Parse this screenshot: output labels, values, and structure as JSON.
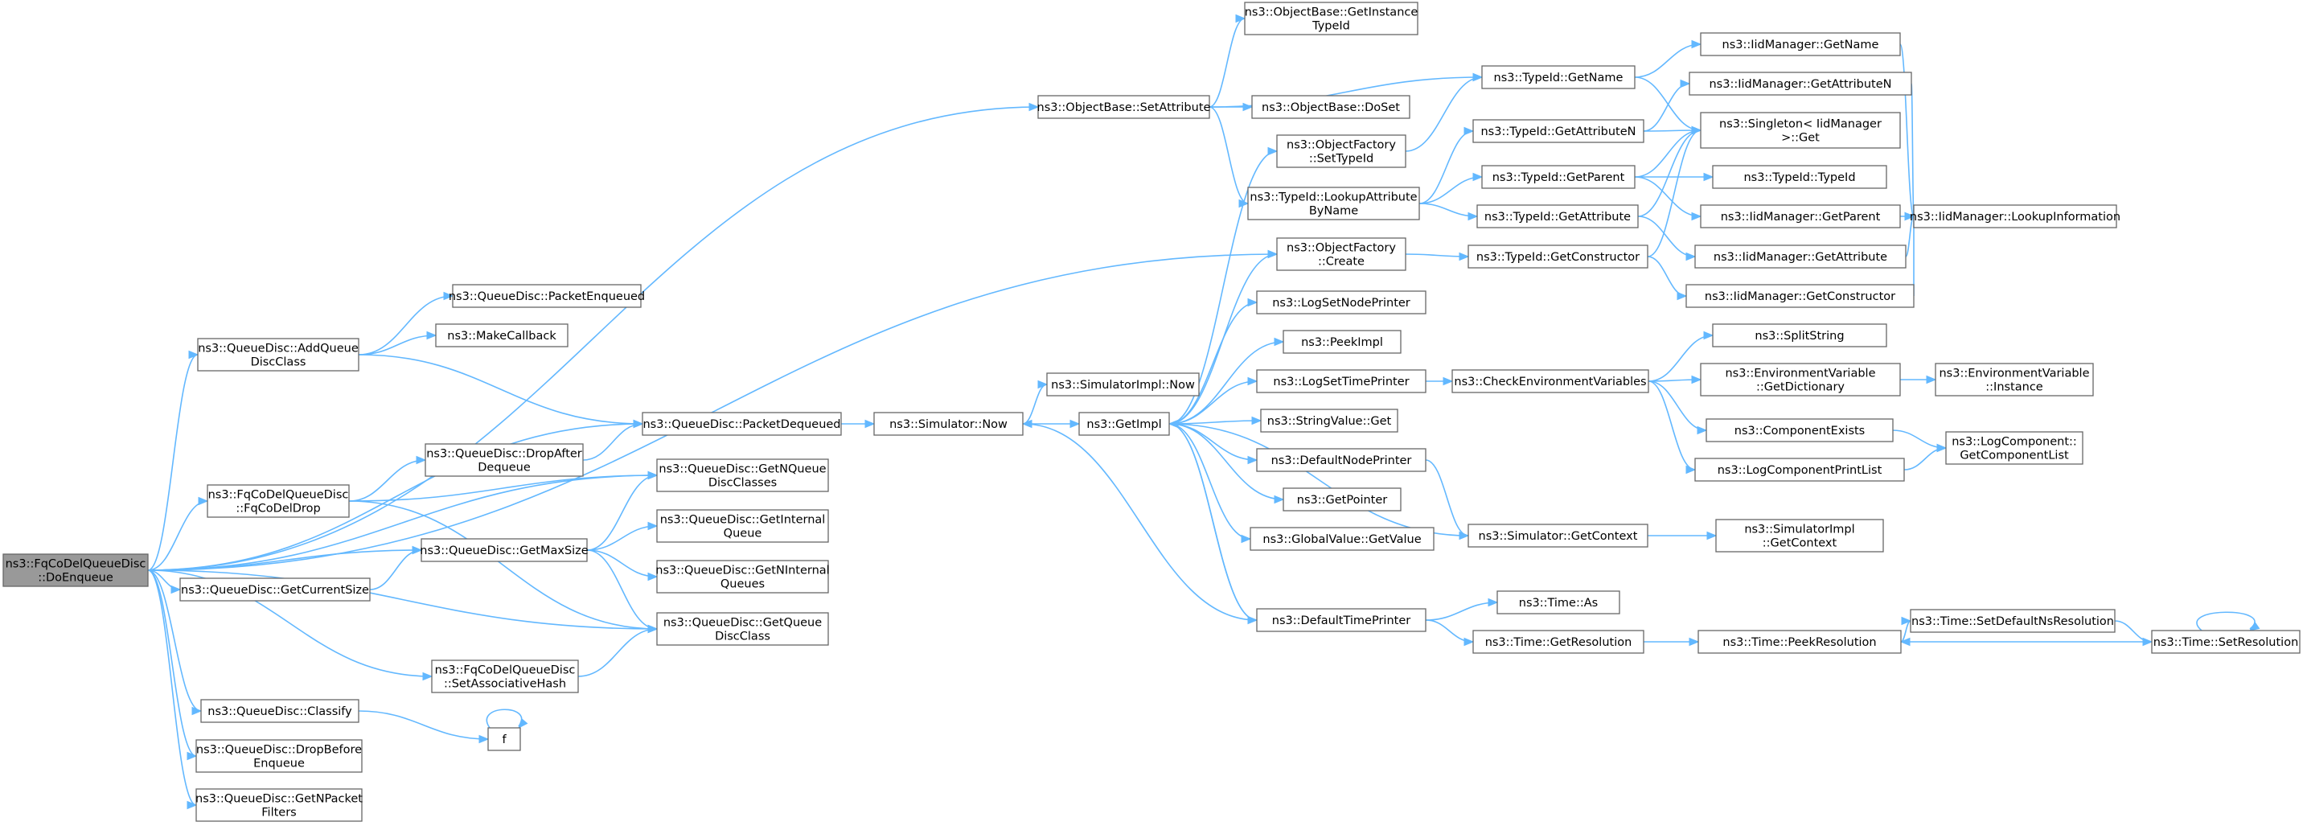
{
  "title": "",
  "edge_color": "#63b8ff",
  "root_fill": "#999999",
  "nodes": {
    "root": [
      "ns3::FqCoDelQueueDisc",
      "::DoEnqueue"
    ],
    "setattr": [
      "ns3::ObjectBase::SetAttribute"
    ],
    "gitid": [
      "ns3::ObjectBase::GetInstance",
      "TypeId"
    ],
    "doset": [
      "ns3::ObjectBase::DoSet"
    ],
    "ofsettid": [
      "ns3::ObjectFactory",
      "::SetTypeId"
    ],
    "lookupattr": [
      "ns3::TypeId::LookupAttribute",
      "ByName"
    ],
    "ofcreate": [
      "ns3::ObjectFactory",
      "::Create"
    ],
    "tgetname": [
      "ns3::TypeId::GetName"
    ],
    "tgetattrn": [
      "ns3::TypeId::GetAttributeN"
    ],
    "tgetparent": [
      "ns3::TypeId::GetParent"
    ],
    "tgetattr": [
      "ns3::TypeId::GetAttribute"
    ],
    "tgetctor": [
      "ns3::TypeId::GetConstructor"
    ],
    "iidgetname": [
      "ns3::IidManager::GetName"
    ],
    "iidgetattrn": [
      "ns3::IidManager::GetAttributeN"
    ],
    "singleton": [
      "ns3::Singleton< IidManager",
      " >::Get"
    ],
    "typeid": [
      "ns3::TypeId::TypeId"
    ],
    "iidgetparent": [
      "ns3::IidManager::GetParent"
    ],
    "iidgetattr": [
      "ns3::IidManager::GetAttribute"
    ],
    "iidgetctor": [
      "ns3::IidManager::GetConstructor"
    ],
    "lookupinfo": [
      "ns3::IidManager::LookupInformation"
    ],
    "pktenq": [
      "ns3::QueueDisc::PacketEnqueued"
    ],
    "addq": [
      "ns3::QueueDisc::AddQueue",
      "DiscClass"
    ],
    "makecb": [
      "ns3::MakeCallback"
    ],
    "pktdeq": [
      "ns3::QueueDisc::PacketDequeued"
    ],
    "simnow": [
      "ns3::Simulator::Now"
    ],
    "simimplnow": [
      "ns3::SimulatorImpl::Now"
    ],
    "getimpl": [
      "ns3::GetImpl"
    ],
    "logsetnode": [
      "ns3::LogSetNodePrinter"
    ],
    "peekimpl": [
      "ns3::PeekImpl"
    ],
    "logsettime": [
      "ns3::LogSetTimePrinter"
    ],
    "strget": [
      "ns3::StringValue::Get"
    ],
    "defnode": [
      "ns3::DefaultNodePrinter"
    ],
    "getptr": [
      "ns3::GetPointer"
    ],
    "gvget": [
      "ns3::GlobalValue::GetValue"
    ],
    "deftime": [
      "ns3::DefaultTimePrinter"
    ],
    "checkenv": [
      "ns3::CheckEnvironmentVariables"
    ],
    "splitstr": [
      "ns3::SplitString"
    ],
    "envdict": [
      "ns3::EnvironmentVariable",
      "::GetDictionary"
    ],
    "envinst": [
      "ns3::EnvironmentVariable",
      "::Instance"
    ],
    "compexists": [
      "ns3::ComponentExists"
    ],
    "logcomplist": [
      "ns3::LogComponent::",
      "GetComponentList"
    ],
    "logcompprint": [
      "ns3::LogComponentPrintList"
    ],
    "simctx": [
      "ns3::Simulator::GetContext"
    ],
    "simimplctx": [
      "ns3::SimulatorImpl",
      "::GetContext"
    ],
    "timeas": [
      "ns3::Time::As"
    ],
    "timeres": [
      "ns3::Time::GetResolution"
    ],
    "peekres": [
      "ns3::Time::PeekResolution"
    ],
    "setdefns": [
      "ns3::Time::SetDefaultNsResolution"
    ],
    "setres": [
      "ns3::Time::SetResolution"
    ],
    "fqdrop": [
      "ns3::FqCoDelQueueDisc",
      "::FqCoDelDrop"
    ],
    "dropafter": [
      "ns3::QueueDisc::DropAfter",
      "Dequeue"
    ],
    "getnqdc": [
      "ns3::QueueDisc::GetNQueue",
      "DiscClasses"
    ],
    "getmax": [
      "ns3::QueueDisc::GetMaxSize"
    ],
    "getintq": [
      "ns3::QueueDisc::GetInternal",
      "Queue"
    ],
    "getnintq": [
      "ns3::QueueDisc::GetNInternal",
      "Queues"
    ],
    "getcur": [
      "ns3::QueueDisc::GetCurrentSize"
    ],
    "getqdc": [
      "ns3::QueueDisc::GetQueue",
      "DiscClass"
    ],
    "setassoc": [
      "ns3::FqCoDelQueueDisc",
      "::SetAssociativeHash"
    ],
    "classify": [
      "ns3::QueueDisc::Classify"
    ],
    "f": [
      "f"
    ],
    "dropbefore": [
      "ns3::QueueDisc::DropBefore",
      "Enqueue"
    ],
    "getnpf": [
      "ns3::QueueDisc::GetNPacket",
      "Filters"
    ]
  },
  "edges": [
    [
      "root",
      "setattr"
    ],
    [
      "root",
      "ofcreate"
    ],
    [
      "root",
      "addq"
    ],
    [
      "root",
      "pktdeq"
    ],
    [
      "root",
      "fqdrop"
    ],
    [
      "root",
      "getnqdc"
    ],
    [
      "root",
      "getmax"
    ],
    [
      "root",
      "getcur"
    ],
    [
      "root",
      "getqdc"
    ],
    [
      "root",
      "setassoc"
    ],
    [
      "root",
      "classify"
    ],
    [
      "root",
      "dropbefore"
    ],
    [
      "root",
      "getnpf"
    ],
    [
      "setattr",
      "gitid"
    ],
    [
      "setattr",
      "tgetname"
    ],
    [
      "setattr",
      "doset"
    ],
    [
      "setattr",
      "lookupattr"
    ],
    [
      "lookupattr",
      "tgetattrn"
    ],
    [
      "lookupattr",
      "tgetparent"
    ],
    [
      "lookupattr",
      "tgetattr"
    ],
    [
      "ofsettid",
      "tgetname"
    ],
    [
      "ofcreate",
      "tgetctor"
    ],
    [
      "tgetname",
      "iidgetname"
    ],
    [
      "tgetname",
      "singleton"
    ],
    [
      "tgetattrn",
      "iidgetattrn"
    ],
    [
      "tgetattrn",
      "singleton"
    ],
    [
      "tgetparent",
      "singleton"
    ],
    [
      "tgetparent",
      "typeid"
    ],
    [
      "tgetparent",
      "iidgetparent"
    ],
    [
      "tgetattr",
      "singleton"
    ],
    [
      "tgetattr",
      "iidgetattr"
    ],
    [
      "tgetctor",
      "singleton"
    ],
    [
      "tgetctor",
      "iidgetctor"
    ],
    [
      "iidgetname",
      "lookupinfo"
    ],
    [
      "iidgetattrn",
      "lookupinfo"
    ],
    [
      "iidgetparent",
      "lookupinfo"
    ],
    [
      "iidgetattr",
      "lookupinfo"
    ],
    [
      "iidgetctor",
      "lookupinfo"
    ],
    [
      "addq",
      "pktenq"
    ],
    [
      "addq",
      "makecb"
    ],
    [
      "addq",
      "pktdeq"
    ],
    [
      "pktdeq",
      "simnow"
    ],
    [
      "simnow",
      "simimplnow"
    ],
    [
      "simnow",
      "getimpl"
    ],
    [
      "getimpl",
      "ofsettid"
    ],
    [
      "getimpl",
      "ofcreate"
    ],
    [
      "getimpl",
      "logsetnode"
    ],
    [
      "getimpl",
      "peekimpl"
    ],
    [
      "getimpl",
      "logsettime"
    ],
    [
      "getimpl",
      "strget"
    ],
    [
      "getimpl",
      "defnode"
    ],
    [
      "getimpl",
      "getptr"
    ],
    [
      "getimpl",
      "gvget"
    ],
    [
      "getimpl",
      "deftime"
    ],
    [
      "logsettime",
      "checkenv"
    ],
    [
      "checkenv",
      "splitstr"
    ],
    [
      "checkenv",
      "envdict"
    ],
    [
      "checkenv",
      "compexists"
    ],
    [
      "checkenv",
      "logcompprint"
    ],
    [
      "envdict",
      "envinst"
    ],
    [
      "compexists",
      "logcomplist"
    ],
    [
      "logcompprint",
      "logcomplist"
    ],
    [
      "defnode",
      "simctx"
    ],
    [
      "simctx",
      "simimplctx"
    ],
    [
      "simctx",
      "getimpl"
    ],
    [
      "deftime",
      "timeas"
    ],
    [
      "deftime",
      "timeres"
    ],
    [
      "deftime",
      "simnow"
    ],
    [
      "deftime",
      "getimpl"
    ],
    [
      "timeres",
      "peekres"
    ],
    [
      "peekres",
      "setdefns"
    ],
    [
      "setdefns",
      "setres"
    ],
    [
      "setres",
      "peekres"
    ],
    [
      "setres",
      "setres"
    ],
    [
      "fqdrop",
      "dropafter"
    ],
    [
      "fqdrop",
      "getnqdc"
    ],
    [
      "fqdrop",
      "getqdc"
    ],
    [
      "dropafter",
      "pktdeq"
    ],
    [
      "getmax",
      "getnqdc"
    ],
    [
      "getmax",
      "getintq"
    ],
    [
      "getmax",
      "getnintq"
    ],
    [
      "getmax",
      "getqdc"
    ],
    [
      "getcur",
      "getmax"
    ],
    [
      "setassoc",
      "getqdc"
    ],
    [
      "classify",
      "f"
    ],
    [
      "f",
      "f"
    ]
  ]
}
